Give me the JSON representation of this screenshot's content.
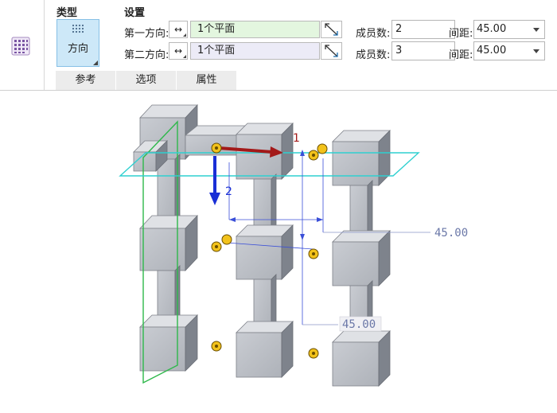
{
  "type_section": {
    "title": "类型",
    "button_label": "方向"
  },
  "settings": {
    "title": "设置",
    "row1": {
      "label": "第一方向:",
      "reference": "1个平面",
      "members_label": "成员数:",
      "members_value": "2",
      "spacing_label": "间距:",
      "spacing_value": "45.00"
    },
    "row2": {
      "label": "第二方向:",
      "reference": "1个平面",
      "members_label": "成员数:",
      "members_value": "3",
      "spacing_label": "间距:",
      "spacing_value": "45.00"
    }
  },
  "tabs": [
    "参考",
    "选项",
    "属性"
  ],
  "viewport": {
    "arrow1_label": "1",
    "arrow2_label": "2",
    "dim1_value": "45.00",
    "dim2_value": "45.00"
  },
  "colors": {
    "accent_blue": "#cde8f8",
    "plane_cyan": "#2fd0d0",
    "plane_green": "#2db84a",
    "arrow_red": "#a31919",
    "arrow_blue": "#1a2fd6",
    "marker_yellow": "#f2c21b"
  }
}
